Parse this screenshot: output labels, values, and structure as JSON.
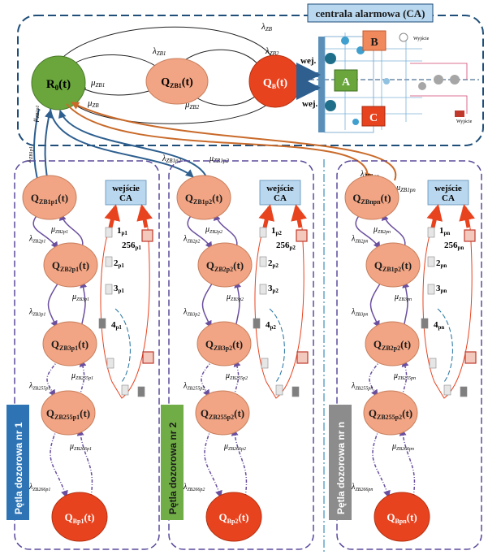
{
  "colors": {
    "green_state": "#6aa63c",
    "salmon_state": "#f2a584",
    "red_state": "#e8431f",
    "box_blue": "#b9d7ee",
    "dash_blue": "#1f4e79",
    "dash_purple": "#5b4a9b",
    "arrow_dark": "#222222",
    "arrow_blue": "#2e5f8f",
    "arrow_orange": "#c96a2a",
    "arrow_purple": "#6a4f9f",
    "loop1_label": "#2e74b5",
    "loop2_label": "#70ad47",
    "loopn_label": "#8c8c8c"
  },
  "central": {
    "title": "centrala alarmowa (CA)",
    "states": {
      "r0": "R",
      "r0_sub": "0",
      "r0_arg": "(t)",
      "zb1": "Q",
      "zb1_sub": "ZB1",
      "zb1_arg": "(t)",
      "b": "Q",
      "b_sub": "B",
      "b_arg": "(t)"
    },
    "rates": {
      "lzb": "λ",
      "lzb_sub": "ZB",
      "lzb1": "λ",
      "lzb1_sub": "ZB1",
      "lzb2": "λ",
      "lzb2_sub": "ZB2",
      "mzb1": "μ",
      "mzb1_sub": "ZB1",
      "mzb": "μ",
      "mzb_sub": "ZB",
      "mzb2": "μ",
      "mzb2_sub": "ZB2"
    },
    "block": {
      "a": "A",
      "b": "B",
      "c": "C",
      "wej1": "wej.",
      "wej2": "wej.",
      "wyjscie1": "Wyjście",
      "wyjscie2": "Wyjście"
    }
  },
  "links": {
    "m_zb1p1": "μ",
    "m_zb1p1_sub": "ZB1p1",
    "l_zb1p1": "λ",
    "l_zb1p1_sub": "ZB1p1",
    "l_zb1p2": "λ",
    "l_zb1p2_sub": "ZB1p2",
    "m_zb1p2": "μ",
    "m_zb1p2_sub": "ZB1p2",
    "l_zb1pn": "λ",
    "l_zb1pn_sub": "ZB1pn",
    "m_zb1pn": "μ",
    "m_zb1pn_sub": "ZB1pn"
  },
  "loops": [
    {
      "label": "Pętla dozorowa nr 1",
      "input": [
        "wejście",
        "CA"
      ],
      "states": [
        {
          "q": "Q",
          "sub": "ZB1p1",
          "arg": "(t)"
        },
        {
          "q": "Q",
          "sub": "ZB2p1",
          "arg": "(t)"
        },
        {
          "q": "Q",
          "sub": "ZB3p1",
          "arg": "(t)"
        },
        {
          "q": "Q",
          "sub": "ZB255p1",
          "arg": "(t)"
        },
        {
          "q": "Q",
          "sub": "Bp1",
          "arg": "(t)"
        }
      ],
      "lambdas": [
        {
          "s": "λ",
          "sub": "ZB2p1"
        },
        {
          "s": "λ",
          "sub": "ZB3p1"
        },
        {
          "s": "λ",
          "sub": "ZB255p1"
        },
        {
          "s": "λ",
          "sub": "ZB266p1"
        }
      ],
      "mus": [
        {
          "s": "μ",
          "sub": "ZB2p1"
        },
        {
          "s": "μ",
          "sub": "ZB3p1"
        },
        {
          "s": "μ",
          "sub": "ZB255p1"
        },
        {
          "s": "μ",
          "sub": "ZB266p1"
        }
      ],
      "devices": [
        {
          "n": "1",
          "sub": "p1"
        },
        {
          "n": "2",
          "sub": "p1"
        },
        {
          "n": "3",
          "sub": "p1"
        },
        {
          "n": "4",
          "sub": "p1"
        },
        {
          "n": "256",
          "sub": "p1"
        }
      ]
    },
    {
      "label": "Pętla dozorowa nr 2",
      "input": [
        "wejście",
        "CA"
      ],
      "states": [
        {
          "q": "Q",
          "sub": "ZB1p2",
          "arg": "(t)"
        },
        {
          "q": "Q",
          "sub": "ZB2p2",
          "arg": "(t)"
        },
        {
          "q": "Q",
          "sub": "ZB3p2",
          "arg": "(t)"
        },
        {
          "q": "Q",
          "sub": "ZB255p2",
          "arg": "(t)"
        },
        {
          "q": "Q",
          "sub": "Bp2",
          "arg": "(t)"
        }
      ],
      "lambdas": [
        {
          "s": "λ",
          "sub": "ZB2p2"
        },
        {
          "s": "λ",
          "sub": "ZB3p2"
        },
        {
          "s": "λ",
          "sub": "ZB255p2"
        },
        {
          "s": "λ",
          "sub": "ZB266p2"
        }
      ],
      "mus": [
        {
          "s": "μ",
          "sub": "ZB2p2"
        },
        {
          "s": "μ",
          "sub": "ZB3p2"
        },
        {
          "s": "μ",
          "sub": "ZB255p2"
        },
        {
          "s": "μ",
          "sub": "ZB266p2"
        }
      ],
      "devices": [
        {
          "n": "1",
          "sub": "p2"
        },
        {
          "n": "2",
          "sub": "p2"
        },
        {
          "n": "3",
          "sub": "p2"
        },
        {
          "n": "4",
          "sub": "p2"
        },
        {
          "n": "256",
          "sub": "p2"
        }
      ]
    },
    {
      "label": "Pętla dozorowa nr n",
      "input": [
        "wejście",
        "CA"
      ],
      "states": [
        {
          "q": "Q",
          "sub": "ZBnpn",
          "arg": "(t)"
        },
        {
          "q": "Q",
          "sub": "ZB1p2",
          "arg": "(t)"
        },
        {
          "q": "Q",
          "sub": "ZB2p2",
          "arg": "(t)"
        },
        {
          "q": "Q",
          "sub": "ZB255p2",
          "arg": "(t)"
        },
        {
          "q": "Q",
          "sub": "Bpn",
          "arg": "(t)"
        }
      ],
      "lambdas": [
        {
          "s": "λ",
          "sub": "ZB2pn"
        },
        {
          "s": "λ",
          "sub": "ZB3pn"
        },
        {
          "s": "λ",
          "sub": "ZB255pn"
        },
        {
          "s": "λ",
          "sub": "ZB266pn"
        }
      ],
      "mus": [
        {
          "s": "μ",
          "sub": "ZB2pn"
        },
        {
          "s": "μ",
          "sub": "ZB3pn"
        },
        {
          "s": "μ",
          "sub": "ZB255pn"
        },
        {
          "s": "μ",
          "sub": "ZB266pn"
        }
      ],
      "devices": [
        {
          "n": "1",
          "sub": "pn"
        },
        {
          "n": "2",
          "sub": "pn"
        },
        {
          "n": "3",
          "sub": "pn"
        },
        {
          "n": "4",
          "sub": "pn"
        },
        {
          "n": "256",
          "sub": "pn"
        }
      ]
    }
  ]
}
